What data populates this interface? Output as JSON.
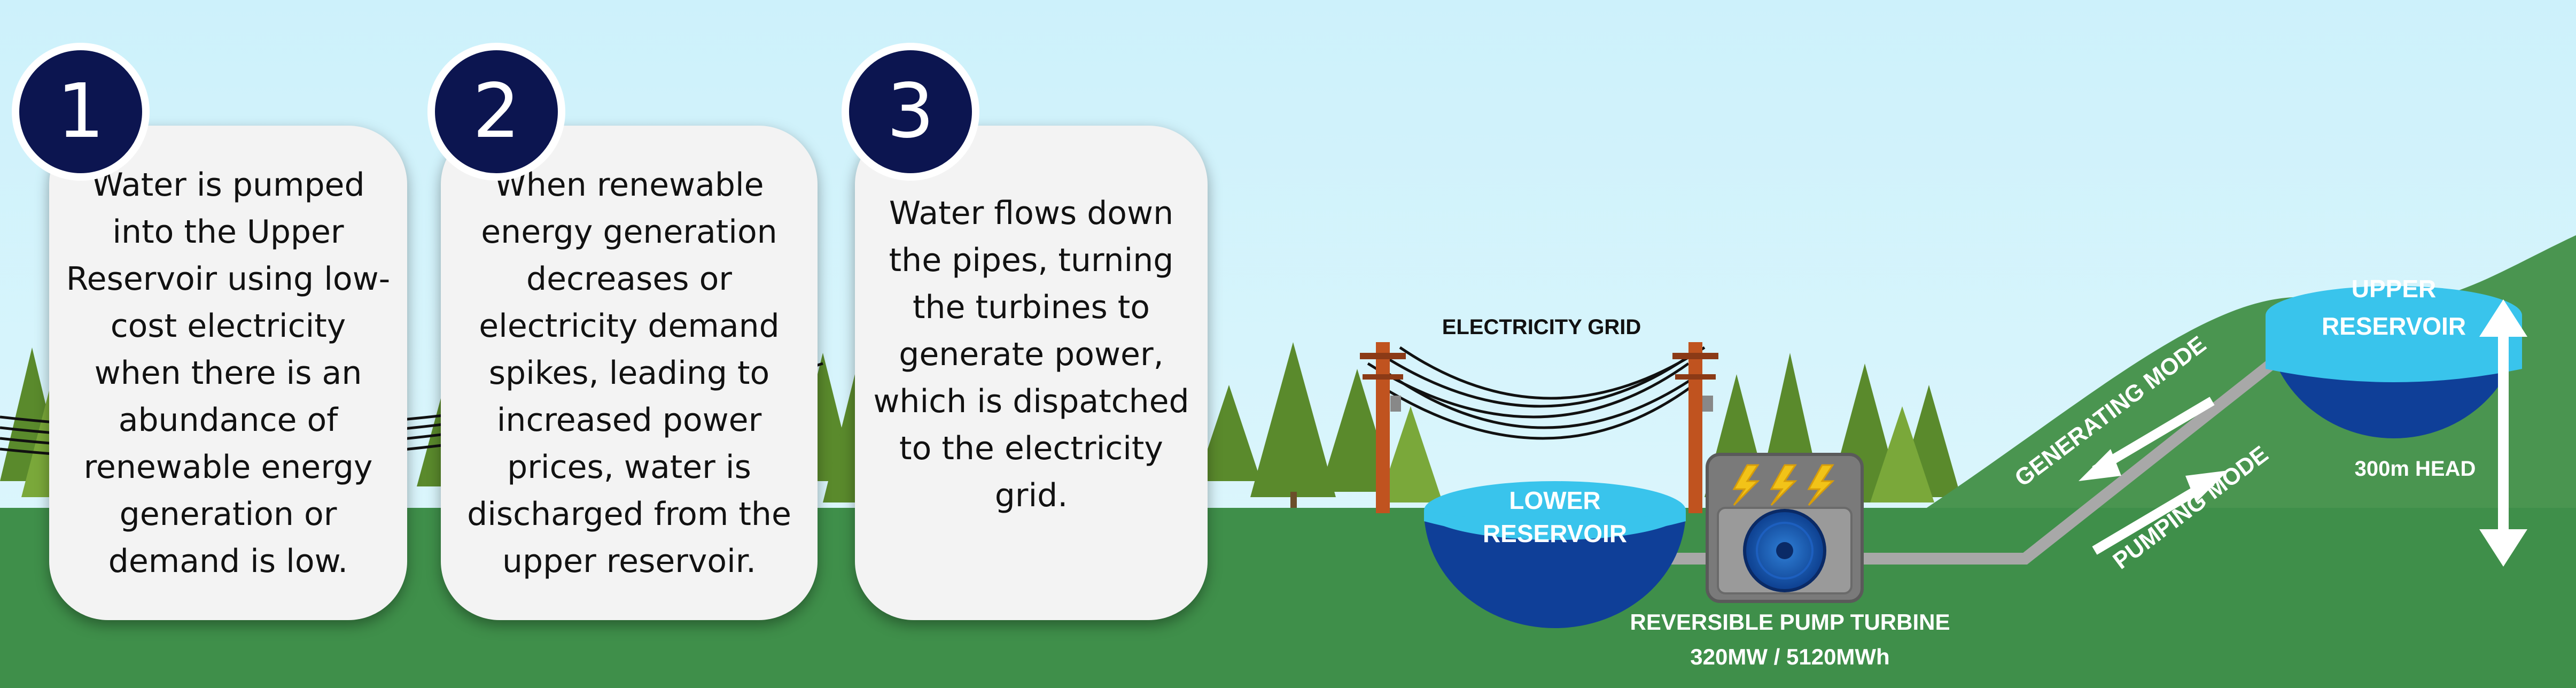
{
  "steps": [
    {
      "number": "1",
      "text": "Water is pumped\ninto the Upper\nReservoir using low-\ncost electricity\nwhen there is an\nabundance of\nrenewable energy\ngeneration or\ndemand is low."
    },
    {
      "number": "2",
      "text": "When renewable\nenergy generation\ndecreases or\nelectricity demand\nspikes, leading to\nincreased power\nprices, water is\ndischarged from the\nupper reservoir."
    },
    {
      "number": "3",
      "text": "Water flows down\nthe pipes, turning\nthe turbines to\ngenerate power,\nwhich is dispatched\nto the electricity\ngrid."
    }
  ],
  "labels": {
    "grid": "ELECTRICITY GRID",
    "lower_reservoir": "LOWER\nRESERVOIR",
    "upper_reservoir": "UPPER\nRESERVOIR",
    "turbine_name": "REVERSIBLE PUMP TURBINE",
    "turbine_capacity": "320MW / 5120MWh",
    "generating_mode": "GENERATING MODE",
    "pumping_mode": "PUMPING MODE",
    "head": "300m HEAD"
  },
  "colors": {
    "sky": "#d3f3fb",
    "ground": "#3f8f4a",
    "hill": "#4a9550",
    "water_light": "#39c4ec",
    "water_dark": "#0f3f98",
    "badge": "#0c1550",
    "pole": "#c0531f",
    "pipe": "#a8a8a8",
    "turbine_box": "#7a7a7a",
    "bolt": "#f2c318"
  }
}
